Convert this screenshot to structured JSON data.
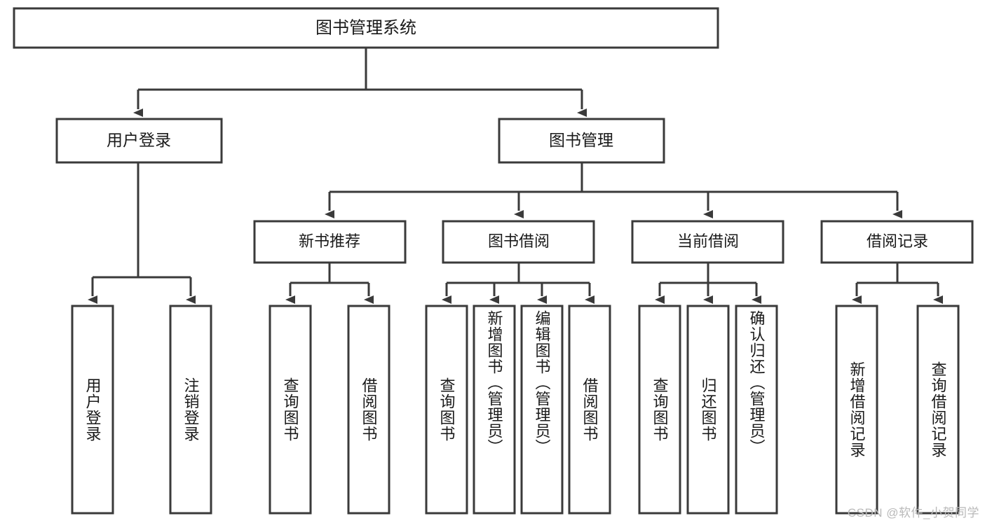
{
  "diagram": {
    "type": "tree",
    "title": "图书管理系统",
    "watermark": "CSDN @软件_小贺同学",
    "colors": {
      "box_stroke": "#3a3a3a",
      "box_fill": "#ffffff",
      "connector": "#3a3a3a",
      "text": "#1a1a1a",
      "watermark": "#b9b9b9",
      "background": "#ffffff"
    },
    "root": {
      "label": "图书管理系统"
    },
    "level1": [
      {
        "label": "用户登录"
      },
      {
        "label": "图书管理"
      }
    ],
    "level2": [
      {
        "label": "新书推荐"
      },
      {
        "label": "图书借阅"
      },
      {
        "label": "当前借阅"
      },
      {
        "label": "借阅记录"
      }
    ],
    "leaves": {
      "user_login": [
        {
          "label": "用户登录"
        },
        {
          "label": "注销登录"
        }
      ],
      "new_book_recommend": [
        {
          "label": "查询图书"
        },
        {
          "label": "借阅图书"
        }
      ],
      "book_borrow": [
        {
          "label": "查询图书"
        },
        {
          "label": "新增图书（管理员）"
        },
        {
          "label": "编辑图书（管理员）"
        },
        {
          "label": "借阅图书"
        }
      ],
      "current_borrow": [
        {
          "label": "查询图书"
        },
        {
          "label": "归还图书"
        },
        {
          "label": "确认归还（管理员）"
        }
      ],
      "borrow_records": [
        {
          "label": "新增借阅记录"
        },
        {
          "label": "查询借阅记录"
        }
      ]
    }
  }
}
